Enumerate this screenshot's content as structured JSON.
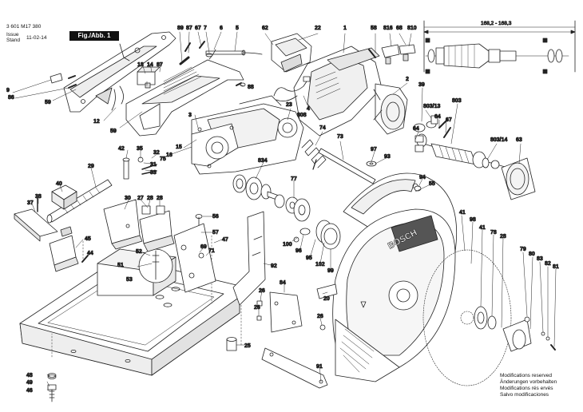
{
  "header": {
    "part_number": "3 601 M17 380",
    "issue_label": "Issue",
    "stand_label": "Stand",
    "date": "11-02-14",
    "figure": "Fig./Abb. 1"
  },
  "dimension": "168,2 - 168,3",
  "brand": "BOSCH",
  "modifications": [
    "Modifications reserved",
    "Änderungen vorbehalten",
    "Modifications rés ervés",
    "Salvo modificaciones"
  ],
  "part_labels": {
    "p1": "1",
    "p2": "2",
    "p3": "3",
    "p4": "4",
    "p5": "5",
    "p6": "6",
    "p7": "7",
    "p9": "9",
    "p12": "12",
    "p14": "14",
    "p15": "15",
    "p16": "16",
    "p18": "18",
    "p20": "20",
    "p22": "22",
    "p23": "23",
    "p25": "25",
    "p26a": "26",
    "p26b": "26",
    "p26c": "26",
    "p27": "27",
    "p28a": "28",
    "p28b": "28",
    "p29": "29",
    "p30": "30",
    "p31": "31",
    "p32": "32",
    "p33": "33",
    "p35": "35",
    "p37": "37",
    "p38": "38",
    "p39": "39",
    "p40": "40",
    "p41a": "41",
    "p41b": "41",
    "p42": "42",
    "p44": "44",
    "p45": "45",
    "p46": "46",
    "p47": "47",
    "p48": "48",
    "p49": "49",
    "p51": "51",
    "p52": "52",
    "p53": "53",
    "p55": "55",
    "p56": "56",
    "p57": "57",
    "p58": "58",
    "p59a": "59",
    "p59b": "59",
    "p62": "62",
    "p63": "63",
    "p64a": "64",
    "p64b": "64",
    "p67a": "67",
    "p67b": "67",
    "p68": "68",
    "p69": "69",
    "p71": "71",
    "p73": "73",
    "p74": "74",
    "p75": "75",
    "p77": "77",
    "p78": "78",
    "p79": "79",
    "p80": "80",
    "p81": "81",
    "p82": "82",
    "p83": "83",
    "p84": "84",
    "p86": "86",
    "p87a": "87",
    "p87b": "87",
    "p88": "88",
    "p89": "89",
    "p91": "91",
    "p92": "92",
    "p93": "93",
    "p94": "94",
    "p95": "95",
    "p96": "96",
    "p97": "97",
    "p98": "98",
    "p99": "99",
    "p100": "100",
    "p102": "102",
    "p803": "803",
    "p803_13": "803/13",
    "p803_14": "803/14",
    "p808": "808",
    "p810": "810",
    "p816": "816",
    "p834": "834"
  }
}
